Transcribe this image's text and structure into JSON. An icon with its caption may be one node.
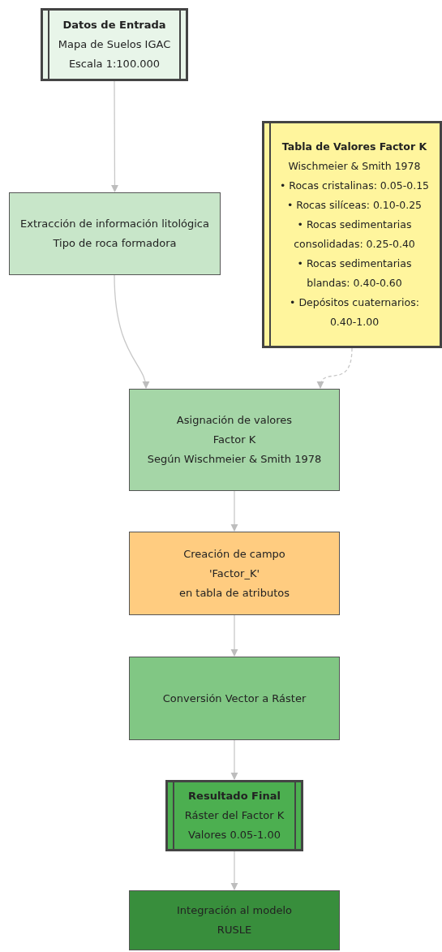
{
  "diagram": {
    "nodes": [
      {
        "text": [
          "Datos de Entrada",
          "Mapa de Suelos IGAC",
          "Escala 1:100.000"
        ]
      },
      {
        "text": [
          "Extracción de información litológica",
          "Tipo de roca formadora"
        ]
      },
      {
        "text": [
          "Tabla de Valores Factor K",
          "Wischmeier & Smith 1978",
          "• Rocas cristalinas: 0.05-0.15",
          "• Rocas silíceas: 0.10-0.25",
          "• Rocas sedimentarias consolidadas: 0.25-0.40",
          "• Rocas sedimentarias blandas: 0.40-0.60",
          "• Depósitos cuaternarios: 0.40-1.00"
        ]
      },
      {
        "text": [
          "Asignación de valores",
          "Factor K",
          "Según Wischmeier & Smith 1978"
        ]
      },
      {
        "text": [
          "Creación de campo",
          "'Factor_K'",
          "en tabla de atributos"
        ]
      },
      {
        "text": [
          "Conversión Vector a Ráster"
        ]
      },
      {
        "text": [
          "Resultado Final",
          "Ráster del Factor K",
          "Valores 0.05-1.00"
        ]
      },
      {
        "text": [
          "Integración al modelo",
          "RUSLE"
        ]
      }
    ],
    "edges": [
      {
        "from": 0,
        "to": 1,
        "arrow": "to"
      },
      {
        "from": 1,
        "to": 3,
        "arrow": "to"
      },
      {
        "from": 2,
        "to": 3,
        "arrow": "to",
        "style": "dashed"
      },
      {
        "from": 3,
        "to": 4,
        "arrow": "to"
      },
      {
        "from": 4,
        "to": 5,
        "arrow": "to"
      },
      {
        "from": 5,
        "to": 6,
        "arrow": "to"
      },
      {
        "from": 6,
        "to": 7,
        "arrow": "to"
      }
    ]
  }
}
